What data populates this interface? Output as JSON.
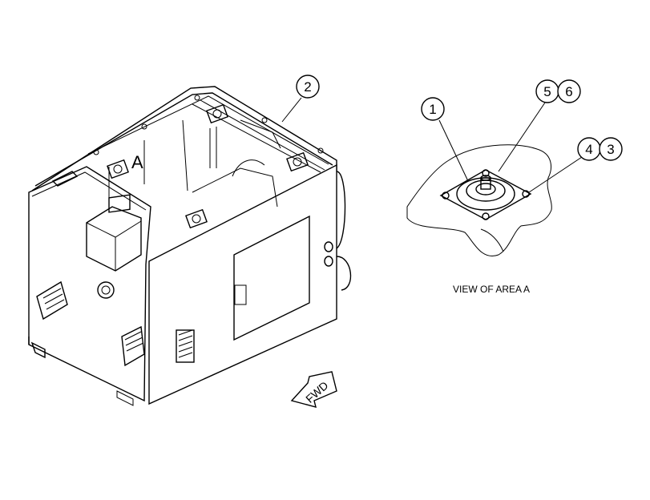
{
  "callouts": {
    "c1": "1",
    "c2": "2",
    "c3": "3",
    "c4": "4",
    "c5": "5",
    "c6": "6"
  },
  "area_marker": "A",
  "view_caption": "VIEW OF AREA A",
  "direction_arrow_label": "FWD"
}
